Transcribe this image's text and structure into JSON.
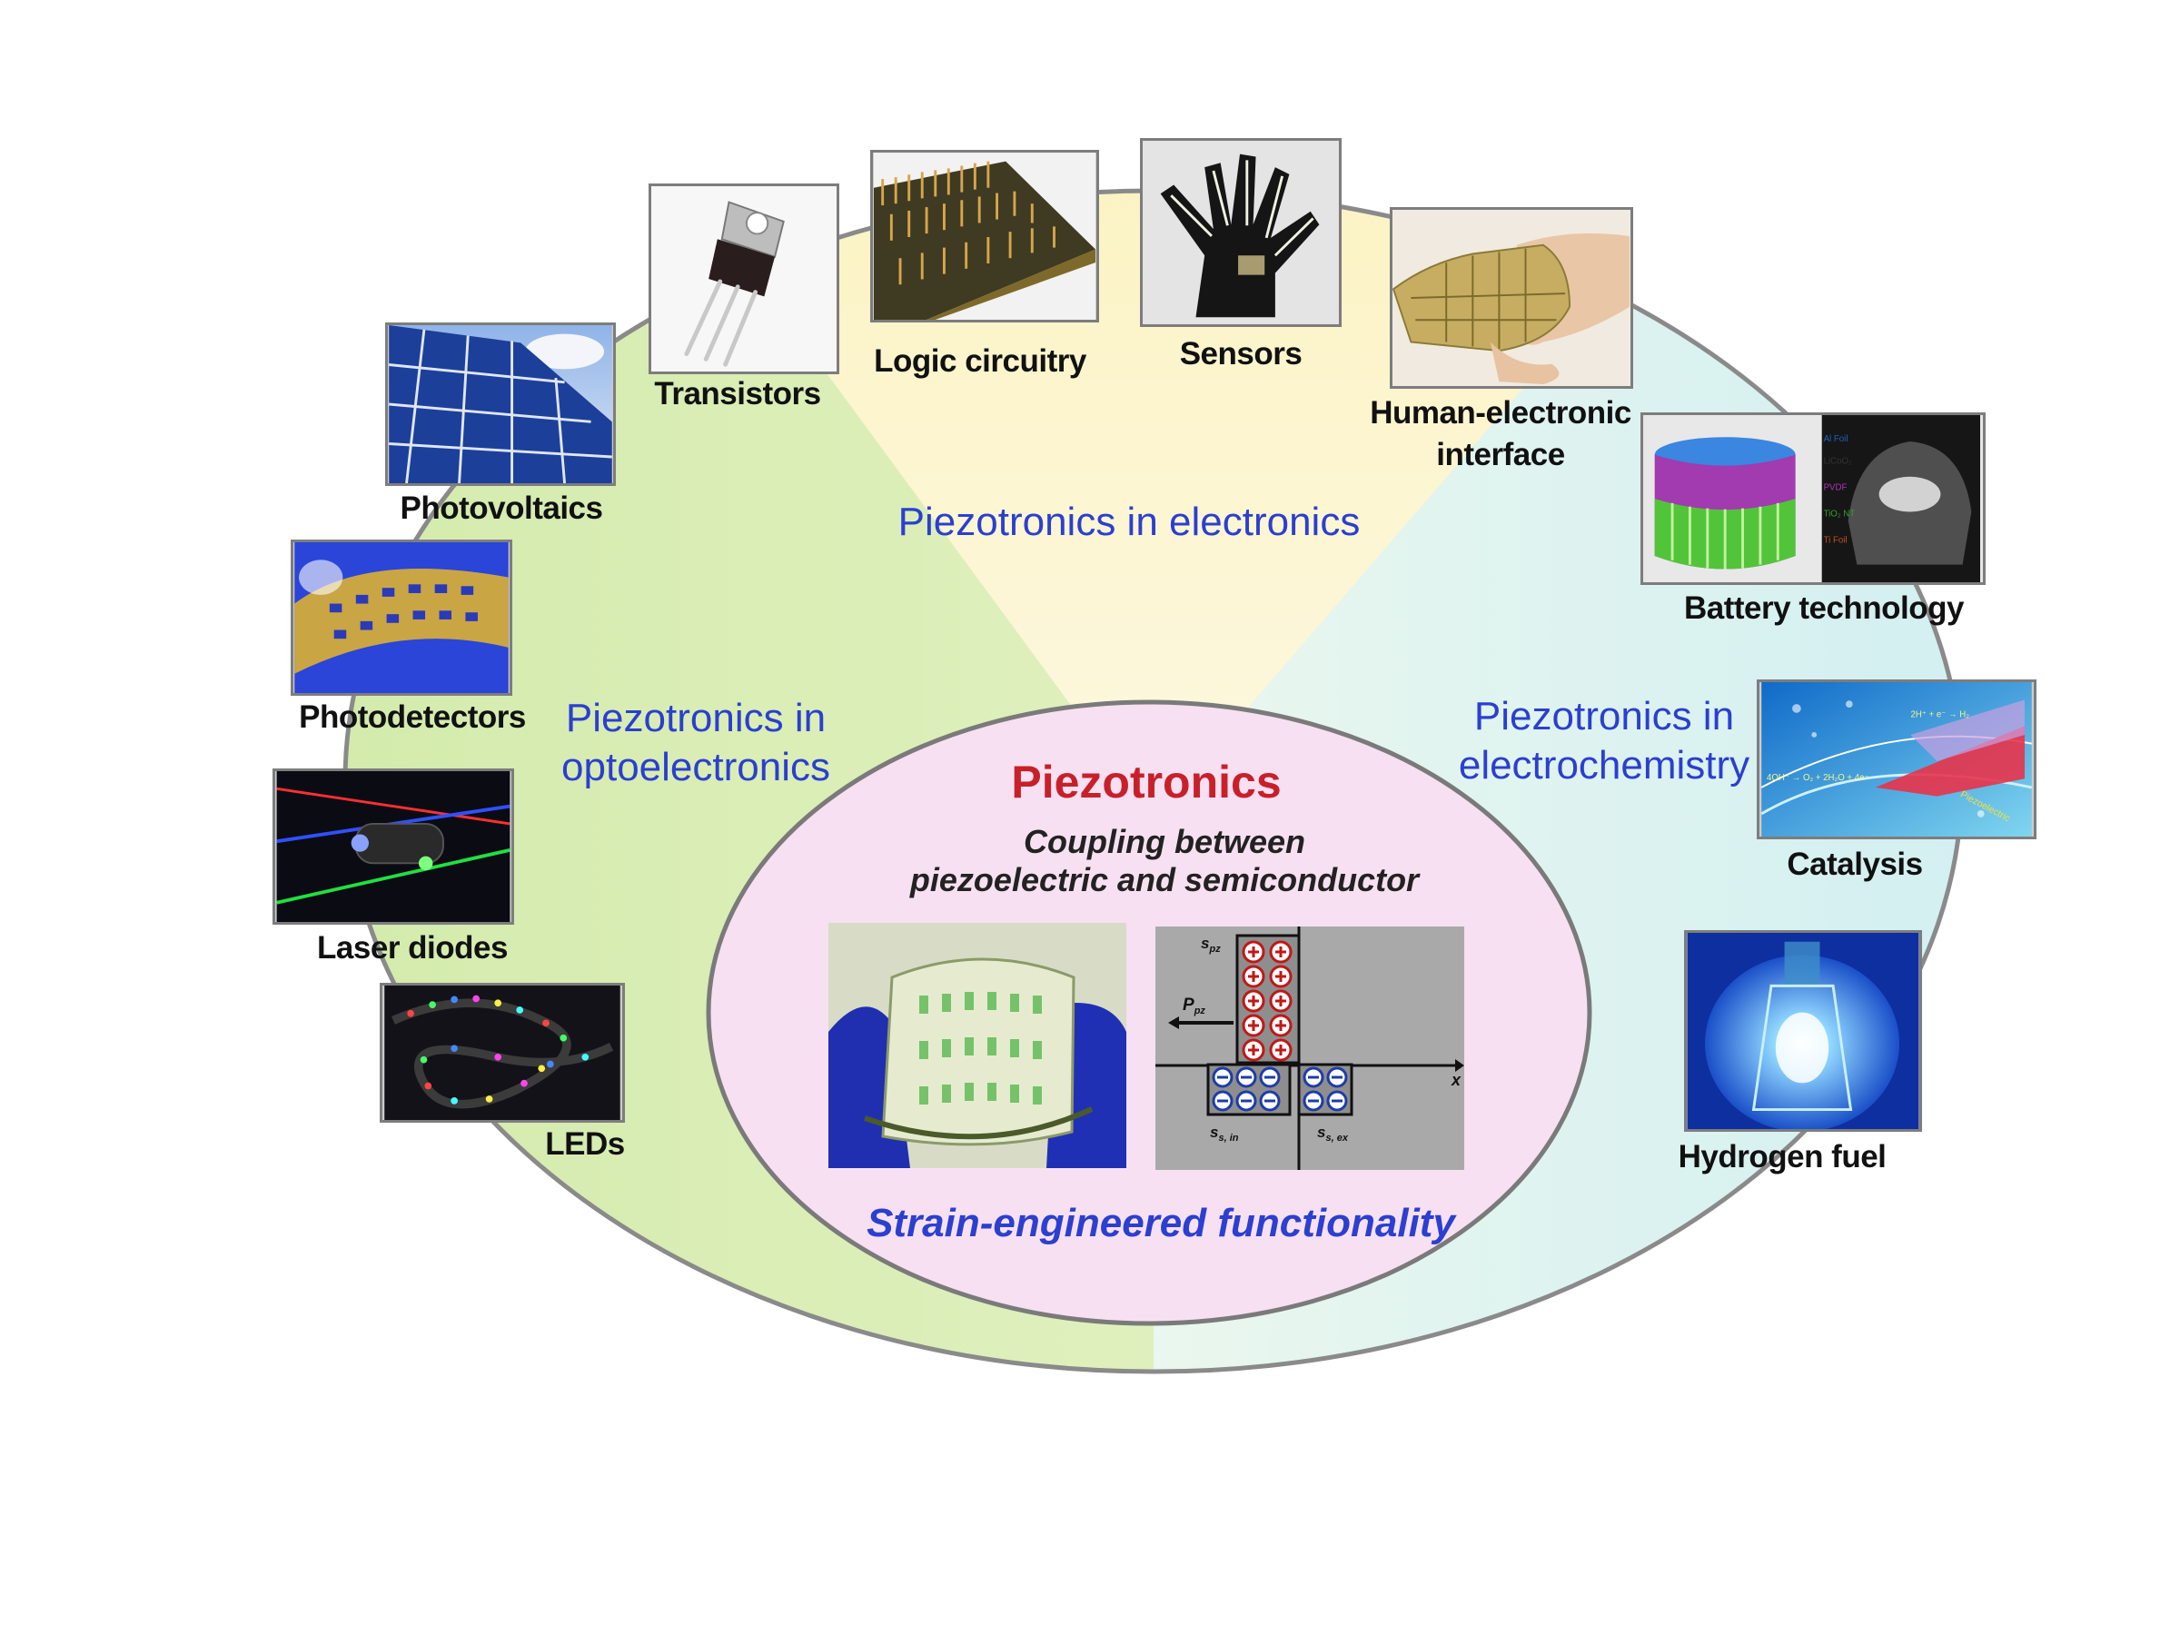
{
  "title": "Piezotronics",
  "subtitle_line1": "Coupling between",
  "subtitle_line2": "piezoelectric and semiconductor",
  "footer": "Strain-engineered functionality",
  "sections": {
    "electronics": "Piezotronics in electronics",
    "optoelectronics_line1": "Piezotronics in",
    "optoelectronics_line2": "optoelectronics",
    "electrochemistry_line1": "Piezotronics in",
    "electrochemistry_line2": "electrochemistry"
  },
  "applications": {
    "transistors": "Transistors",
    "logic": "Logic circuitry",
    "sensors": "Sensors",
    "hei_line1": "Human-electronic",
    "hei_line2": "interface",
    "photovoltaics": "Photovoltaics",
    "photodetectors": "Photodetectors",
    "laser": "Laser diodes",
    "leds": "LEDs",
    "battery": "Battery technology",
    "catalysis": "Catalysis",
    "hydrogen": "Hydrogen fuel"
  },
  "schematic": {
    "s_pz": "s",
    "s_pz_sub": "pz",
    "p_pz": "P",
    "p_pz_sub": "pz",
    "x_axis": "x",
    "s_in": "s",
    "s_in_sub": "s, in",
    "s_ex": "s",
    "s_ex_sub": "s, ex"
  },
  "battery_layers": [
    "Al Foil",
    "LiCoO₂",
    "PVDF",
    "TiO₂ NT",
    "Ti Foil"
  ],
  "catalysis_text": {
    "eq1": "2H⁺ + e⁻ → H₂",
    "eq2": "4OH⁻ → O₂ + 2H₂O + 4e⁻",
    "tag": "Piezoelectric"
  },
  "colors": {
    "electronics_sector": "#fbf6c6",
    "optoelectronics_sector": "#e2f2b8",
    "electrochemistry_sector": "#dff3f5",
    "core_fill": "#f6dff2",
    "section_text": "#2b3fd0",
    "title_red": "#c8202a"
  }
}
